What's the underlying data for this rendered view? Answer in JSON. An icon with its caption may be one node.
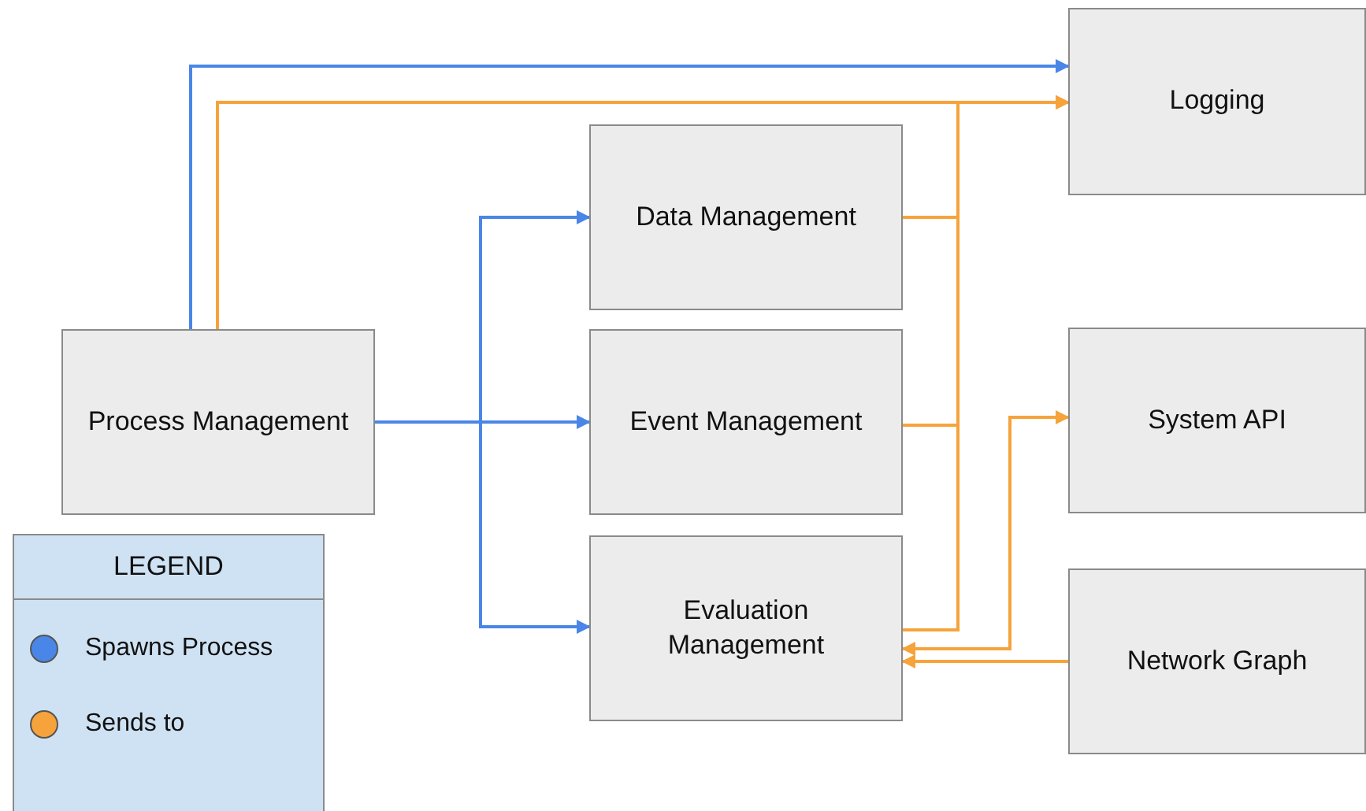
{
  "diagram": {
    "nodes": [
      {
        "text": [
          "Logging"
        ]
      },
      {
        "text": [
          "Data Management"
        ]
      },
      {
        "text": [
          "Process Management"
        ]
      },
      {
        "text": [
          "Event Management"
        ]
      },
      {
        "text": [
          "System API"
        ]
      },
      {
        "text": [
          "Evaluation Management"
        ]
      },
      {
        "text": [
          "Network Graph"
        ]
      }
    ],
    "edges": [
      {
        "from": 2,
        "to": 0,
        "arrow": "to",
        "color": "#4a86e8"
      },
      {
        "from": 2,
        "to": 0,
        "arrow": "to"
      },
      {
        "from": 2,
        "to": 1,
        "arrow": "to",
        "color": "#4a86e8"
      },
      {
        "from": 2,
        "to": 3,
        "arrow": "to",
        "color": "#4a86e8"
      },
      {
        "from": 2,
        "to": 5,
        "arrow": "to",
        "color": "#4a86e8"
      },
      {
        "from": 1,
        "to": 0,
        "arrow": "to"
      },
      {
        "from": 3,
        "to": 0,
        "arrow": "to"
      },
      {
        "from": 5,
        "to": 0,
        "arrow": "to"
      },
      {
        "from": 5,
        "to": 4,
        "arrow": "both"
      },
      {
        "from": 6,
        "to": 5,
        "arrow": "to"
      }
    ],
    "labels": [
      "LEGEND"
    ],
    "legend": [
      {
        "text": "Spawns Process",
        "color": "#4a86e8"
      },
      {
        "text": "Sends to",
        "color": "#f6a33b"
      }
    ]
  }
}
